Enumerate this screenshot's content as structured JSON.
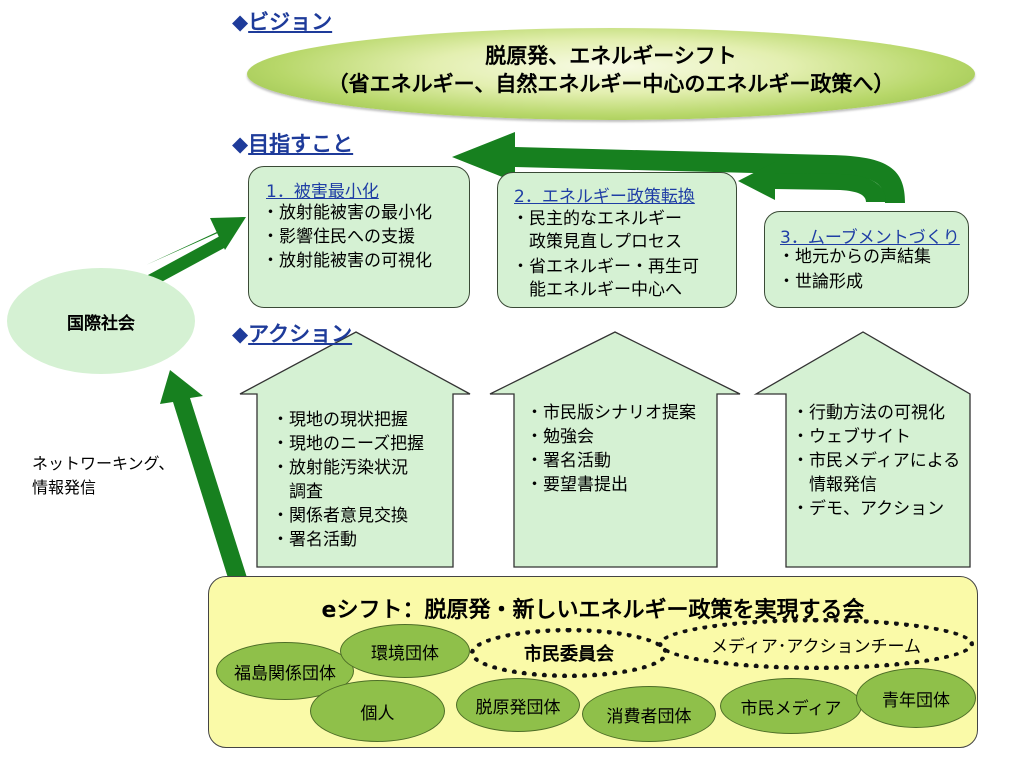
{
  "vision": {
    "heading_mark": "◆",
    "heading_text": "ビジョン",
    "line1": "脱原発、エネルギーシフト",
    "line2": "（省エネルギー、自然エネルギー中心のエネルギー政策へ）"
  },
  "goals": {
    "heading_mark": "◆",
    "heading_text": "目指すこと",
    "boxes": [
      {
        "title": "1．被害最小化",
        "items": [
          "・放射能被害の最小化",
          "・影響住民への支援",
          "・放射能被害の可視化"
        ]
      },
      {
        "title": "2．エネルギー政策転換",
        "items": [
          "・民主的なエネルギー",
          "　政策見直しプロセス",
          "・省エネルギー・再生可",
          "　能エネルギー中心へ"
        ]
      },
      {
        "title": "3．ムーブメントづくり",
        "items": [
          "・地元からの声結集",
          "・世論形成"
        ]
      }
    ]
  },
  "international": {
    "label": "国際社会"
  },
  "side_note": {
    "lines": [
      "ネットワーキング、",
      "情報発信"
    ]
  },
  "actions": {
    "heading_mark": "◆",
    "heading_text": "アクション",
    "houses": [
      {
        "items": [
          "・現地の現状把握",
          "・現地のニーズ把握",
          "・放射能汚染状況",
          "　調査",
          "・関係者意見交換",
          "・署名活動"
        ]
      },
      {
        "items": [
          "・市民版シナリオ提案",
          "・勉強会",
          "・署名活動",
          "・要望書提出"
        ]
      },
      {
        "items": [
          "・行動方法の可視化",
          "・ウェブサイト",
          "・市民メディアによる",
          "　情報発信",
          "・デモ、アクション"
        ]
      }
    ]
  },
  "organization": {
    "title": "eシフト：脱原発・新しいエネルギー政策を実現する会",
    "groups": {
      "fukushima": "福島関係団体",
      "environment": "環境団体",
      "individual": "個人",
      "anti_nuclear": "脱原発団体",
      "consumer": "消費者団体",
      "citizen_media": "市民メディア",
      "youth": "青年団体"
    },
    "citizen_committee": "市民委員会",
    "media_action_team": "メディア･アクションチーム"
  },
  "colors": {
    "heading_blue": "#1e3b9a",
    "goal_box_fill": "#d5f1d3",
    "arrow_green": "#17801f",
    "house_fill": "#d5f1d3",
    "bottom_box_fill": "#fafaa8",
    "group_oval_fill": "#8fc04a"
  }
}
